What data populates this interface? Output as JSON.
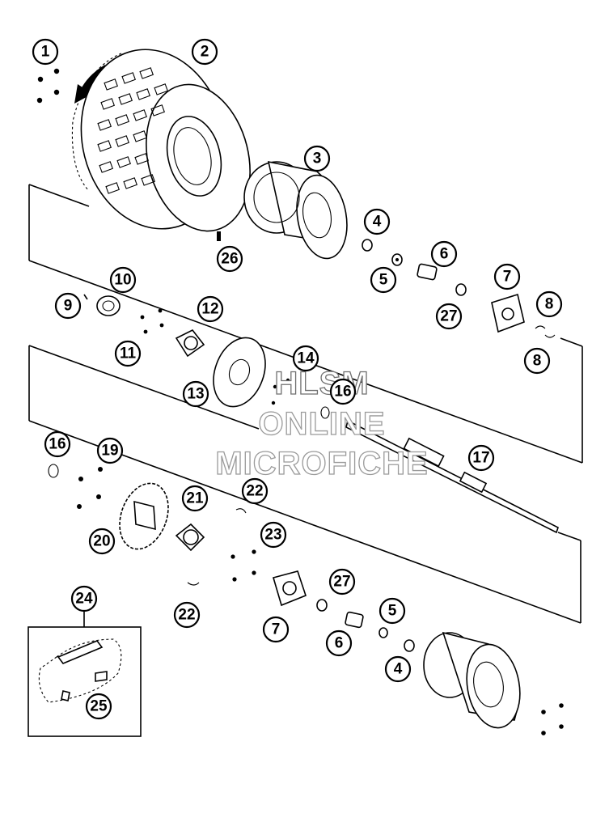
{
  "watermark": {
    "line1": "HLSM",
    "line2": "ONLINE",
    "line3": "MICROFICHE"
  },
  "callouts": [
    {
      "id": "c1",
      "label": "1"
    },
    {
      "id": "c2",
      "label": "2"
    },
    {
      "id": "c3",
      "label": "3"
    },
    {
      "id": "c4a",
      "label": "4"
    },
    {
      "id": "c5a",
      "label": "5"
    },
    {
      "id": "c6a",
      "label": "6"
    },
    {
      "id": "c7a",
      "label": "7"
    },
    {
      "id": "c8a",
      "label": "8"
    },
    {
      "id": "c8b",
      "label": "8"
    },
    {
      "id": "c26",
      "label": "26"
    },
    {
      "id": "c27a",
      "label": "27"
    },
    {
      "id": "c9",
      "label": "9"
    },
    {
      "id": "c10",
      "label": "10"
    },
    {
      "id": "c11",
      "label": "11"
    },
    {
      "id": "c12",
      "label": "12"
    },
    {
      "id": "c13",
      "label": "13"
    },
    {
      "id": "c14",
      "label": "14"
    },
    {
      "id": "c16a",
      "label": "16"
    },
    {
      "id": "c16b",
      "label": "16"
    },
    {
      "id": "c17",
      "label": "17"
    },
    {
      "id": "c19",
      "label": "19"
    },
    {
      "id": "c20",
      "label": "20"
    },
    {
      "id": "c21",
      "label": "21"
    },
    {
      "id": "c22a",
      "label": "22"
    },
    {
      "id": "c23",
      "label": "23"
    },
    {
      "id": "c22b",
      "label": "22"
    },
    {
      "id": "c7b",
      "label": "7"
    },
    {
      "id": "c27b",
      "label": "27"
    },
    {
      "id": "c5b",
      "label": "5"
    },
    {
      "id": "c6b",
      "label": "6"
    },
    {
      "id": "c4b",
      "label": "4"
    },
    {
      "id": "c24",
      "label": "24"
    },
    {
      "id": "c25",
      "label": "25"
    }
  ]
}
